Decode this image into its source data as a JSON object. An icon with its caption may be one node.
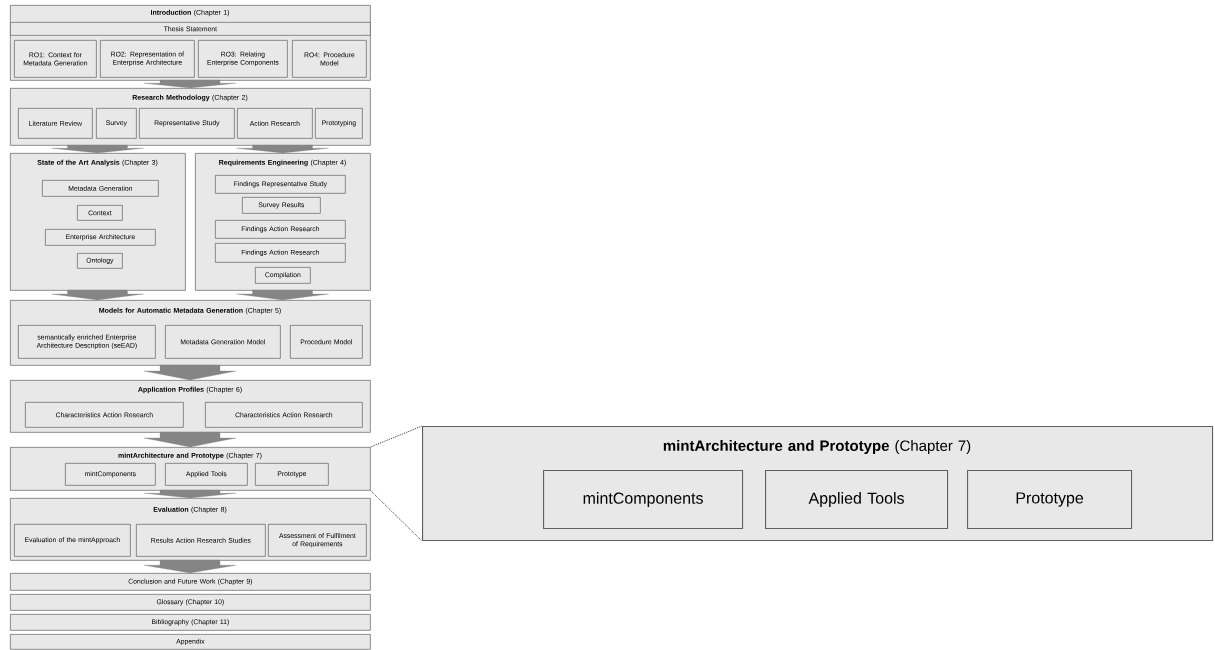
{
  "diagram": {
    "nodes": [
      {
        "text": [
          "**Introduction** (Chapter 1)"
        ]
      },
      {
        "text": [
          "Thesis Statement"
        ],
        "in": 0
      },
      {
        "text": [
          "RO1: Context for Metadata Generation"
        ],
        "in": 0
      },
      {
        "text": [
          "RO2: Representation of Enterprise Architecture"
        ],
        "in": 0
      },
      {
        "text": [
          "RO3: Relating Enterprise Components"
        ],
        "in": 0
      },
      {
        "text": [
          "RO4: Procedure Model"
        ],
        "in": 0
      },
      {
        "text": [
          "**Research Methodology** (Chapter 2)"
        ]
      },
      {
        "text": [
          "Literature Review"
        ],
        "in": 6
      },
      {
        "text": [
          "Survey"
        ],
        "in": 6
      },
      {
        "text": [
          "Representative Study"
        ],
        "in": 6
      },
      {
        "text": [
          "Action Research"
        ],
        "in": 6
      },
      {
        "text": [
          "Prototyping"
        ],
        "in": 6
      },
      {
        "text": [
          "**State of the Art Analysis** (Chapter 3)"
        ]
      },
      {
        "text": [
          "Metadata Generation"
        ],
        "in": 12
      },
      {
        "text": [
          "Context"
        ],
        "in": 12
      },
      {
        "text": [
          "Enterprise Architecture"
        ],
        "in": 12
      },
      {
        "text": [
          "Ontology"
        ],
        "in": 12
      },
      {
        "text": [
          "**Requirements Engineering** (Chapter 4)"
        ]
      },
      {
        "text": [
          "Findings Representative Study"
        ],
        "in": 17
      },
      {
        "text": [
          "Survey Results"
        ],
        "in": 17
      },
      {
        "text": [
          "Findings Action Research"
        ],
        "in": 17
      },
      {
        "text": [
          "Findings Action Research"
        ],
        "in": 17
      },
      {
        "text": [
          "Compilation"
        ],
        "in": 17
      },
      {
        "text": [
          "**Models for Automatic Metadata Generation** (Chapter 5)"
        ]
      },
      {
        "text": [
          "semantically enriched Enterprise Architecture Description (seEAD)"
        ],
        "in": 23
      },
      {
        "text": [
          "Metadata Generation Model"
        ],
        "in": 23
      },
      {
        "text": [
          "Procedure Model"
        ],
        "in": 23
      },
      {
        "text": [
          "**Application Profiles** (Chapter 6)"
        ]
      },
      {
        "text": [
          "Characteristics Action Research"
        ],
        "in": 27
      },
      {
        "text": [
          "Characteristics Action Research"
        ],
        "in": 27
      },
      {
        "text": [
          "**mintArchitecture and Prototype** (Chapter 7)"
        ]
      },
      {
        "text": [
          "mintComponents"
        ],
        "in": 30
      },
      {
        "text": [
          "Applied Tools"
        ],
        "in": 30
      },
      {
        "text": [
          "Prototype"
        ],
        "in": 30
      },
      {
        "text": [
          "**Evaluation** (Chapter 8)"
        ]
      },
      {
        "text": [
          "Evaluation of the mintApproach"
        ],
        "in": 34
      },
      {
        "text": [
          "Results Action Research Studies"
        ],
        "in": 34
      },
      {
        "text": [
          "Assessment of Fulfilment of Requirements"
        ],
        "in": 34
      },
      {
        "text": [
          "Conclusion and Future Work (Chapter 9)"
        ]
      },
      {
        "text": [
          "Glossary (Chapter 10)"
        ]
      },
      {
        "text": [
          "Bibliography (Chapter 11)"
        ]
      },
      {
        "text": [
          "Appendix"
        ]
      },
      {
        "text": [
          "**mintArchitecture and Prototype** (Chapter 7)"
        ]
      },
      {
        "text": [
          "mintComponents"
        ],
        "in": 42
      },
      {
        "text": [
          "Applied Tools"
        ],
        "in": 42
      },
      {
        "text": [
          "Prototype"
        ],
        "in": 42
      }
    ],
    "edges": [
      {
        "from": 0,
        "to": 6,
        "arrow": "to",
        "style": "thick"
      },
      {
        "from": 6,
        "to": 12,
        "arrow": "to",
        "style": "thick"
      },
      {
        "from": 6,
        "to": 17,
        "arrow": "to",
        "style": "thick"
      },
      {
        "from": 12,
        "to": 23,
        "arrow": "to",
        "style": "thick"
      },
      {
        "from": 17,
        "to": 23,
        "arrow": "to",
        "style": "thick"
      },
      {
        "from": 23,
        "to": 27,
        "arrow": "to",
        "style": "thick"
      },
      {
        "from": 27,
        "to": 30,
        "arrow": "to",
        "style": "thick"
      },
      {
        "from": 30,
        "to": 34,
        "arrow": "to",
        "style": "thick"
      },
      {
        "from": 34,
        "to": 38,
        "arrow": "to",
        "style": "thick"
      },
      {
        "from": 30,
        "to": 42,
        "arrow": "none",
        "style": "dashed",
        "color": "#333333"
      },
      {
        "from": 30,
        "to": 42,
        "arrow": "none",
        "style": "dashed",
        "color": "#333333"
      }
    ]
  }
}
